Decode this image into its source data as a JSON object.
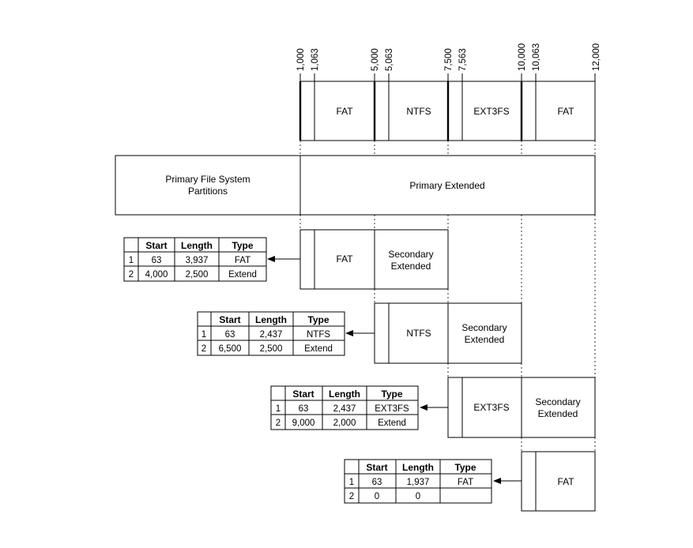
{
  "axis": {
    "ticks": [
      "1,000",
      "1,063",
      "5,000",
      "5,063",
      "7,500",
      "7,563",
      "10,000",
      "10,063",
      "12,000"
    ]
  },
  "disk_layout": {
    "partitions": [
      "FAT",
      "NTFS",
      "EXT3FS",
      "FAT"
    ]
  },
  "primary": {
    "left_label_line1": "Primary File System",
    "left_label_line2": "Partitions",
    "extended_label": "Primary Extended"
  },
  "tables": [
    {
      "headers": [
        "Start",
        "Length",
        "Type"
      ],
      "rows": [
        [
          "1",
          "63",
          "3,937",
          "FAT"
        ],
        [
          "2",
          "4,000",
          "2,500",
          "Extend"
        ]
      ],
      "fs_label": "FAT",
      "secondary_line1": "Secondary",
      "secondary_line2": "Extended"
    },
    {
      "headers": [
        "Start",
        "Length",
        "Type"
      ],
      "rows": [
        [
          "1",
          "63",
          "2,437",
          "NTFS"
        ],
        [
          "2",
          "6,500",
          "2,500",
          "Extend"
        ]
      ],
      "fs_label": "NTFS",
      "secondary_line1": "Secondary",
      "secondary_line2": "Extended"
    },
    {
      "headers": [
        "Start",
        "Length",
        "Type"
      ],
      "rows": [
        [
          "1",
          "63",
          "2,437",
          "EXT3FS"
        ],
        [
          "2",
          "9,000",
          "2,000",
          "Extend"
        ]
      ],
      "fs_label": "EXT3FS",
      "secondary_line1": "Secondary",
      "secondary_line2": "Extended"
    },
    {
      "headers": [
        "Start",
        "Length",
        "Type"
      ],
      "rows": [
        [
          "1",
          "63",
          "1,937",
          "FAT"
        ],
        [
          "2",
          "0",
          "0",
          ""
        ]
      ],
      "fs_label": "FAT"
    }
  ]
}
